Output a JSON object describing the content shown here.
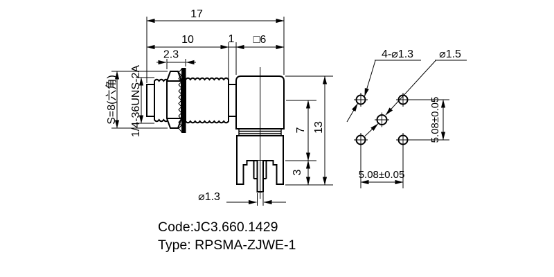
{
  "drawing": {
    "dims_top": {
      "overall": "17",
      "thread_len": "10",
      "gap": "1",
      "body_square": "□6",
      "nut_washer": "2.3"
    },
    "labels_left": {
      "hex_size": "S=8(六角)",
      "thread_spec": "1/4-36UNS-2A"
    },
    "dims_right": {
      "body_height": "7",
      "total_height": "13",
      "leg_height": "3"
    },
    "dims_bottom": {
      "pin_dia": "⌀1.3"
    },
    "pin_view": {
      "corner_holes": "4-⌀1.3",
      "center_hole": "⌀1.5",
      "pitch_vertical": "5.08±0.05",
      "pitch_horizontal": "5.08±0.05"
    },
    "footer": {
      "code": "Code:JC3.660.1429",
      "type": "Type: RPSMA-ZJWE-1"
    },
    "colors": {
      "line": "#000000",
      "background": "#ffffff"
    }
  }
}
